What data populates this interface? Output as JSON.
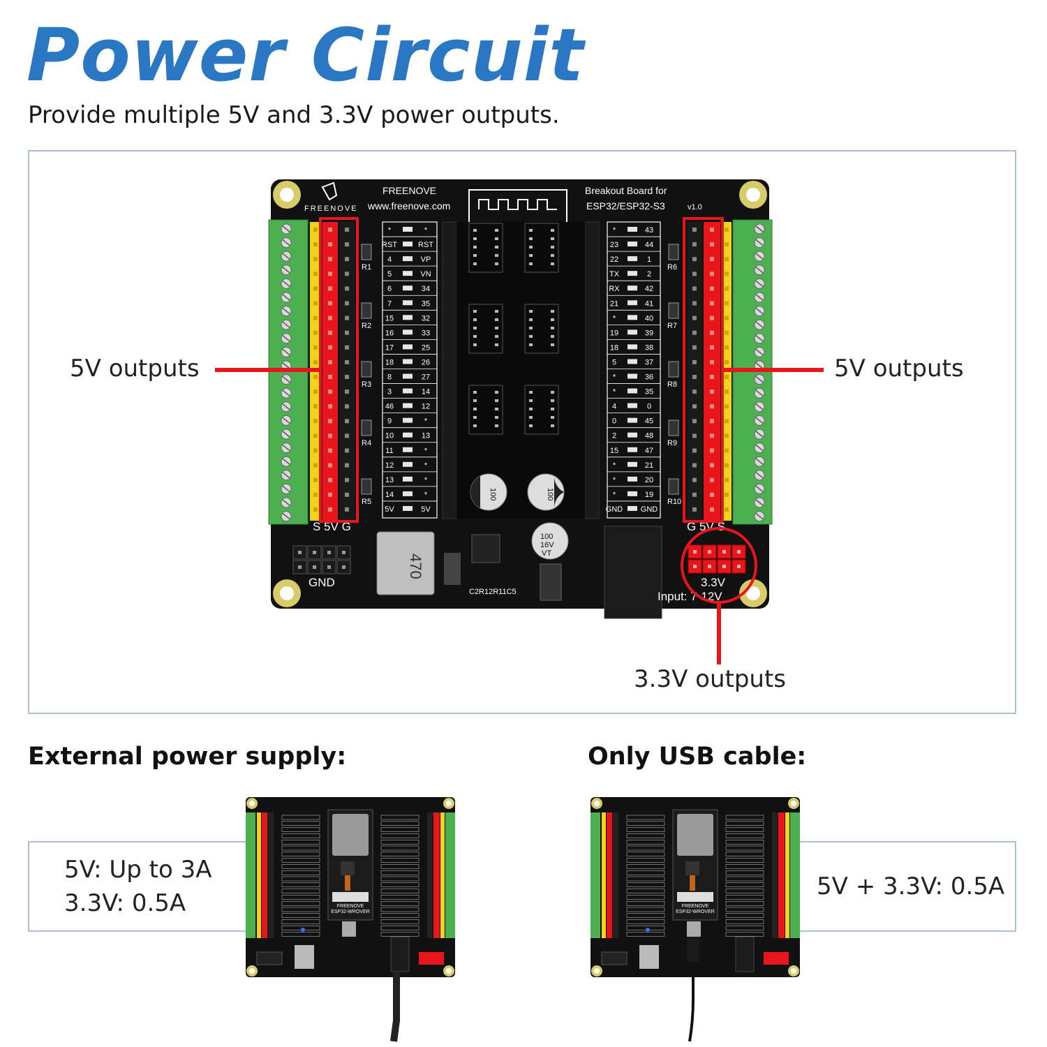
{
  "header": {
    "title": "Power Circuit",
    "subtitle": "Provide multiple 5V and 3.3V power outputs."
  },
  "board": {
    "brand": "FREENOVE",
    "brand_logo": "FREENOVE",
    "website": "www.freenove.com",
    "product_line1": "Breakout Board for",
    "product_line2": "ESP32/ESP32-S3",
    "version": "v1.0",
    "left_header_label": "S 5V G",
    "right_header_label": "G 5V S",
    "gnd_label": "GND",
    "v33_label": "3.3V",
    "input_label": "Input: 7-12V",
    "inductor_label": "470",
    "cap_label": "100 16V VT",
    "smd_labels": "C2R12R11C5",
    "left_resistors": [
      "R1",
      "R2",
      "R3",
      "R4",
      "R5"
    ],
    "right_resistors": [
      "R6",
      "R7",
      "R8",
      "R9",
      "R10"
    ],
    "left_pins": [
      [
        "*",
        "*"
      ],
      [
        "RST",
        "RST"
      ],
      [
        "4",
        "VP"
      ],
      [
        "5",
        "VN"
      ],
      [
        "6",
        "34"
      ],
      [
        "7",
        "35"
      ],
      [
        "15",
        "32"
      ],
      [
        "16",
        "33"
      ],
      [
        "17",
        "25"
      ],
      [
        "18",
        "26"
      ],
      [
        "8",
        "27"
      ],
      [
        "3",
        "14"
      ],
      [
        "46",
        "12"
      ],
      [
        "9",
        "*"
      ],
      [
        "10",
        "13"
      ],
      [
        "11",
        "*"
      ],
      [
        "12",
        "*"
      ],
      [
        "13",
        "*"
      ],
      [
        "14",
        "*"
      ],
      [
        "5V",
        "5V"
      ]
    ],
    "right_pins": [
      [
        "*",
        "43"
      ],
      [
        "23",
        "44"
      ],
      [
        "22",
        "1"
      ],
      [
        "TX",
        "2"
      ],
      [
        "RX",
        "42"
      ],
      [
        "21",
        "41"
      ],
      [
        "*",
        "40"
      ],
      [
        "19",
        "39"
      ],
      [
        "18",
        "38"
      ],
      [
        "5",
        "37"
      ],
      [
        "*",
        "36"
      ],
      [
        "*",
        "35"
      ],
      [
        "4",
        "0"
      ],
      [
        "0",
        "45"
      ],
      [
        "2",
        "48"
      ],
      [
        "15",
        "47"
      ],
      [
        "*",
        "21"
      ],
      [
        "*",
        "20"
      ],
      [
        "*",
        "19"
      ],
      [
        "GND",
        "GND"
      ]
    ]
  },
  "callouts": {
    "left_5v": "5V outputs",
    "right_5v": "5V outputs",
    "v33": "3.3V outputs"
  },
  "external": {
    "title": "External power supply:",
    "line1": "5V: Up to 3A",
    "line2": "3.3V: 0.5A"
  },
  "usb": {
    "title": "Only USB cable:",
    "line1": "5V + 3.3V: 0.5A"
  },
  "module": {
    "brand": "FREENOVE",
    "model": "ESP32-WROVER"
  },
  "colors": {
    "title": "#2a78c4",
    "pcb": "#111111",
    "terminal_green": "#4caf50",
    "header_red": "#e8161b",
    "header_yellow": "#f2d31b",
    "callout_red": "#e8161b",
    "frame_border": "#a9c0d8"
  }
}
